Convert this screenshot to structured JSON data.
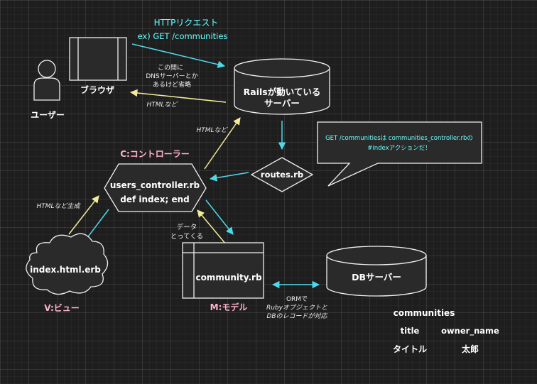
{
  "nodes": {
    "user_label": "ユーザー",
    "browser_label": "ブラウザ",
    "server_line1": "Railsが動いている",
    "server_line2": "サーバー",
    "routes": "routes.rb",
    "controller_line1": "users_controller.rb",
    "controller_line2": "def index; end",
    "controller_title": "C:コントローラー",
    "view": "index.html.erb",
    "view_title": "V:ビュー",
    "model": "community.rb",
    "model_title": "M:モデル",
    "db": "DBサーバー"
  },
  "labels": {
    "http_request": "HTTPリクエスト",
    "http_example": "ex) GET /communities",
    "dns_line1": "この間に",
    "dns_line2": "DNSサーバーとか",
    "dns_line3": "あるけど省略",
    "html_return": "HTMLなど",
    "html_to_server": "HTMLなど",
    "html_generate": "HTMLなど生成",
    "data_line1": "データ",
    "data_line2": "とってくる",
    "orm_line1": "ORMで",
    "orm_line2": "Rubyオブジェクトと",
    "orm_line3": "DBのレコードが対応"
  },
  "callout": {
    "line1": "GET /communitiesは communities_controller.rbの",
    "line2": "#indexアクションだ！"
  },
  "table": {
    "name": "communities",
    "columns": [
      "title",
      "owner_name"
    ],
    "values": [
      "タイトル",
      "太郎"
    ]
  },
  "colors": {
    "cyan_arrow": "#4fd8e8",
    "yellow_arrow": "#f5ec9a",
    "cyan_text": "#66ffff",
    "pink_text": "#ffb3cc"
  }
}
